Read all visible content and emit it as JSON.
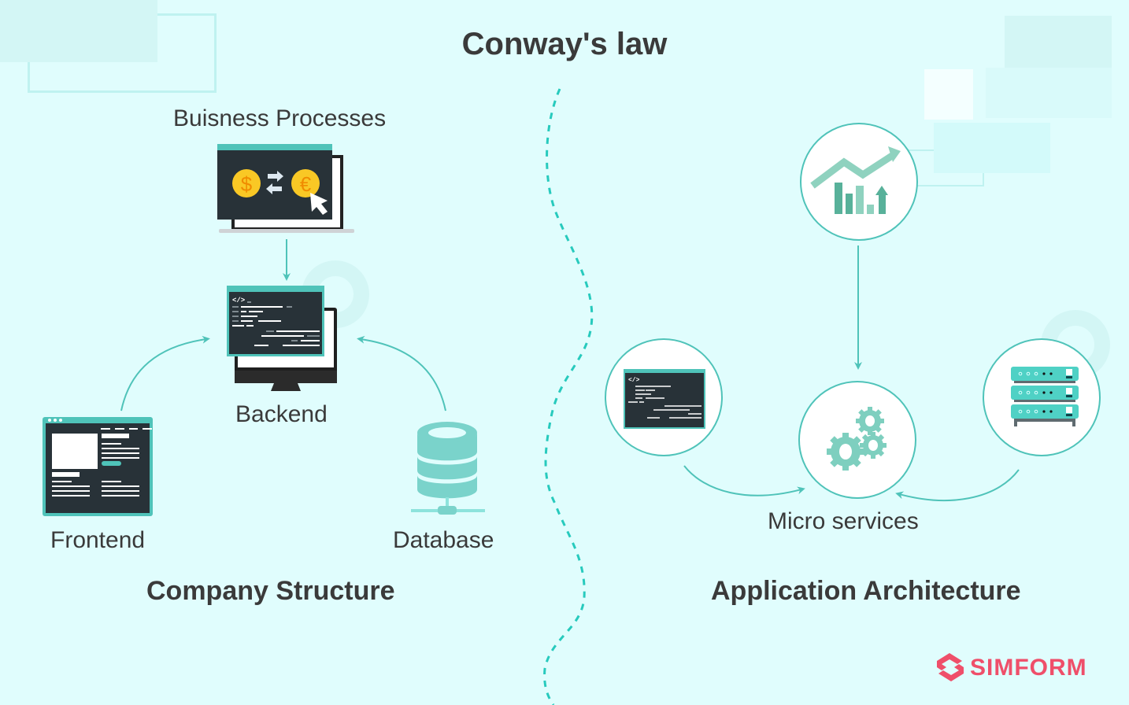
{
  "title": "Conway's law",
  "left": {
    "section_title": "Company Structure",
    "nodes": {
      "business": {
        "label": "Buisness Processes",
        "icon": "laptop-currency-exchange-icon"
      },
      "backend": {
        "label": "Backend",
        "icon": "desktop-code-icon"
      },
      "frontend": {
        "label": "Frontend",
        "icon": "browser-window-icon"
      },
      "database": {
        "label": "Database",
        "icon": "database-icon"
      }
    },
    "edges": [
      {
        "from": "business",
        "to": "backend"
      },
      {
        "from": "frontend",
        "to": "backend"
      },
      {
        "from": "database",
        "to": "backend"
      }
    ]
  },
  "right": {
    "section_title": "Application Architecture",
    "nodes": {
      "analytics": {
        "icon": "growth-chart-icon"
      },
      "code": {
        "icon": "code-window-icon"
      },
      "microservices": {
        "label": "Micro services",
        "icon": "gears-icon"
      },
      "servers": {
        "icon": "server-rack-icon"
      }
    },
    "edges": [
      {
        "from": "analytics",
        "to": "microservices"
      },
      {
        "from": "code",
        "to": "microservices"
      },
      {
        "from": "servers",
        "to": "microservices"
      }
    ]
  },
  "brand": {
    "name": "SIMFORM",
    "color": "#ef4f6a"
  },
  "colors": {
    "accent": "#4fc3b9",
    "background": "#e0fdfd",
    "text": "#3a3a3a",
    "divider": "#27cabd"
  }
}
